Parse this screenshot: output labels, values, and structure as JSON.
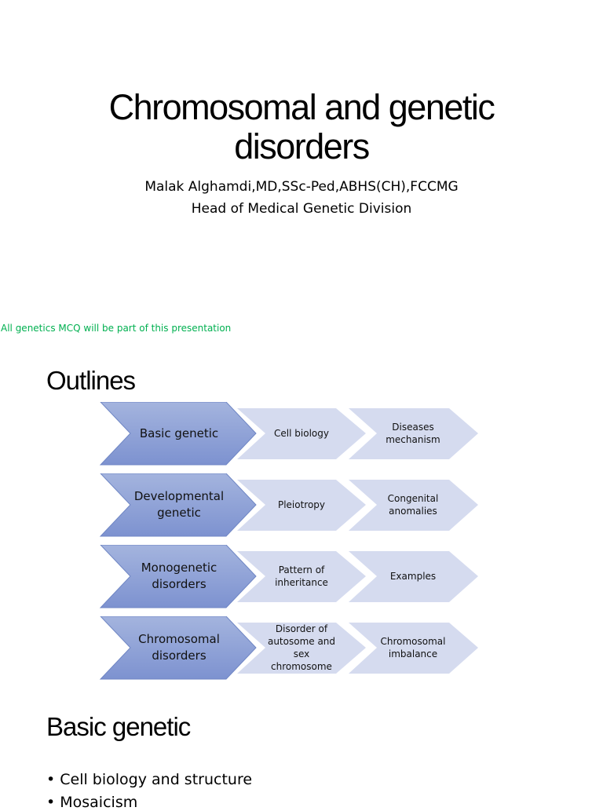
{
  "title": {
    "line1": "Chromosomal and genetic",
    "line2": "disorders"
  },
  "author": {
    "name": "Malak Alghamdi,MD,SSc-Ped,ABHS(CH),FCCMG",
    "position": "Head of Medical Genetic Division"
  },
  "note": "All genetics MCQ will be part of this presentation",
  "outlines": {
    "heading": "Outlines",
    "rows": [
      {
        "main": "Basic genetic",
        "a": "Cell biology",
        "b": "Diseases\nmechanism"
      },
      {
        "main": "Developmental\ngenetic",
        "a": "Pleiotropy",
        "b": "Congenital\nanomalies"
      },
      {
        "main": "Monogenetic\ndisorders",
        "a": "Pattern of\ninheritance",
        "b": "Examples"
      },
      {
        "main": "Chromosomal\ndisorders",
        "a": "Disorder of\nautosome and\nsex\nchromosome",
        "b": "Chromosomal\nimbalance"
      }
    ]
  },
  "basic": {
    "heading": "Basic genetic",
    "bullets": [
      "Cell biology and structure",
      "Mosaicism"
    ]
  },
  "colors": {
    "main_chevron_top": "#a4b4de",
    "main_chevron_bottom": "#7d92d0",
    "main_chevron_border": "#6f86c4",
    "light_chevron": "#d5dbef",
    "note_green": "#00b050"
  }
}
